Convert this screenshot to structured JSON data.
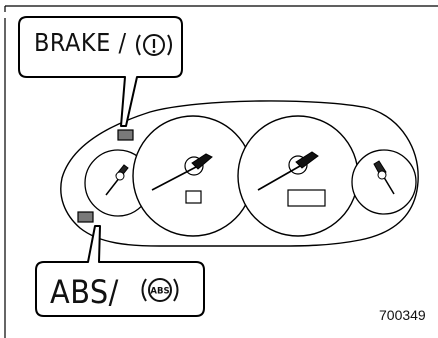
{
  "figure": {
    "id": "700349"
  },
  "callouts": {
    "brake": {
      "label": "BRAKE",
      "separator": " / ",
      "symbol": "(!)",
      "symbol_name": "brake-warning-symbol-icon"
    },
    "abs": {
      "label": "ABS",
      "separator": "/",
      "symbol_text": "ABS",
      "symbol_name": "abs-warning-symbol-icon"
    }
  },
  "indicators": {
    "brake_light_color": "#7a7a7a",
    "abs_light_color": "#7a7a7a"
  },
  "instrument_cluster": {
    "gauges": [
      {
        "name": "left-small-gauge"
      },
      {
        "name": "speedometer-gauge"
      },
      {
        "name": "tachometer-gauge"
      },
      {
        "name": "right-small-gauge"
      }
    ]
  }
}
